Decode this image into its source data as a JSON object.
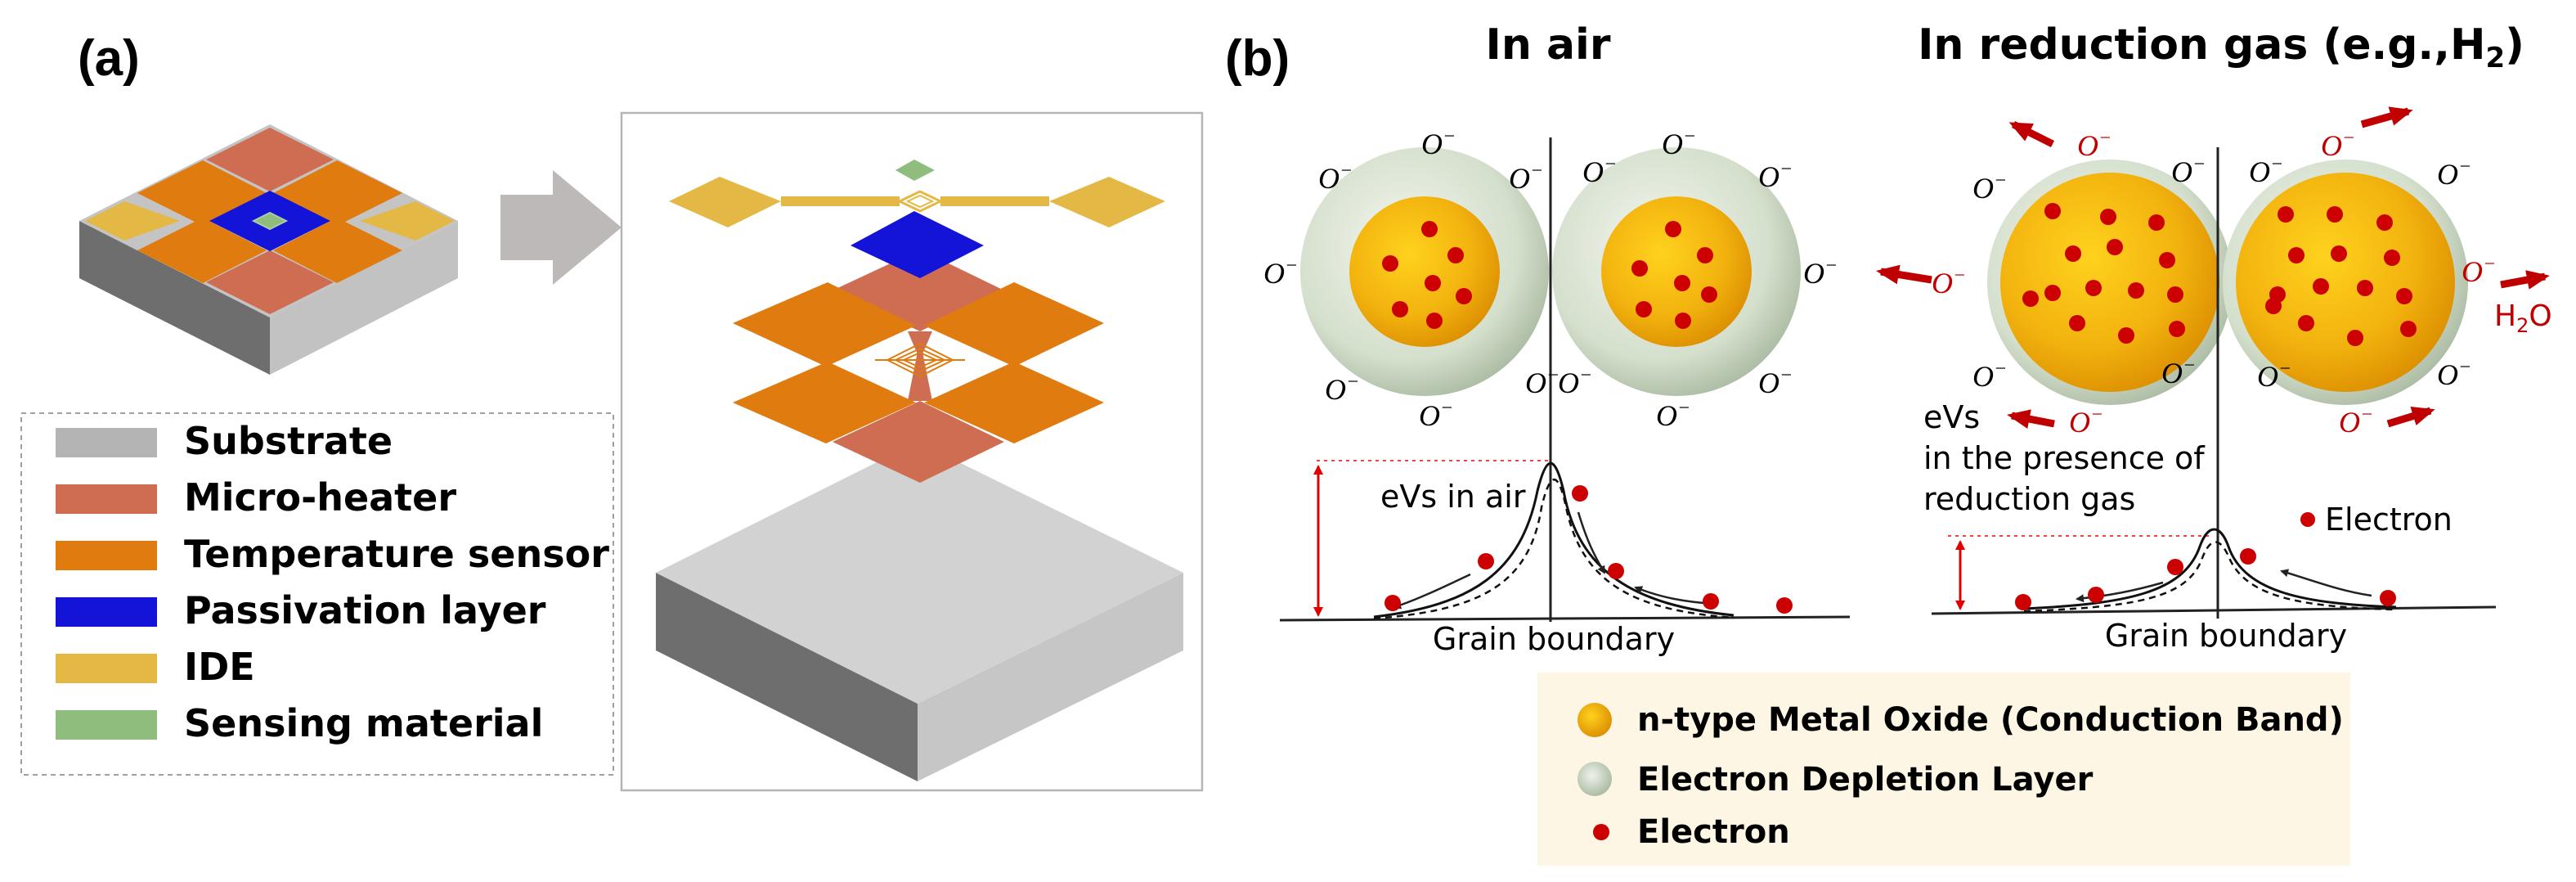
{
  "panel_a": {
    "label": "(a)",
    "legend": [
      {
        "name": "Substrate",
        "color": "#b4b4b4"
      },
      {
        "name": "Micro-heater",
        "color": "#cf6d52"
      },
      {
        "name": "Temperature sensor",
        "color": "#e07b10"
      },
      {
        "name": "Passivation layer",
        "color": "#1414d8"
      },
      {
        "name": "IDE",
        "color": "#e4b845"
      },
      {
        "name": "Sensing material",
        "color": "#8fbd7e"
      }
    ]
  },
  "panel_b": {
    "label": "(b)",
    "left": {
      "title": "In air",
      "ion": "O",
      "ion_charge": "−",
      "barrier_label": "eVs in air",
      "axis_label": "Grain boundary"
    },
    "right": {
      "title_main": "In reduction gas (e.g.,H",
      "title_sub": "2",
      "title_end": ")",
      "ion": "O",
      "ion_charge": "−",
      "barrier_label_1": "eVs",
      "barrier_label_2": "in the presence of",
      "barrier_label_3": "reduction gas",
      "electron_label": "Electron",
      "product_main": "H",
      "product_sub": "2",
      "product_end": "O",
      "axis_label": "Grain boundary"
    },
    "legend": {
      "metal_oxide": "n-type Metal Oxide (Conduction Band)",
      "depletion": "Electron Depletion Layer",
      "electron": "Electron"
    }
  },
  "colors": {
    "electron": "#cc0000",
    "arrow_red": "#c00000",
    "legend_bg": "#fdf6e4"
  }
}
